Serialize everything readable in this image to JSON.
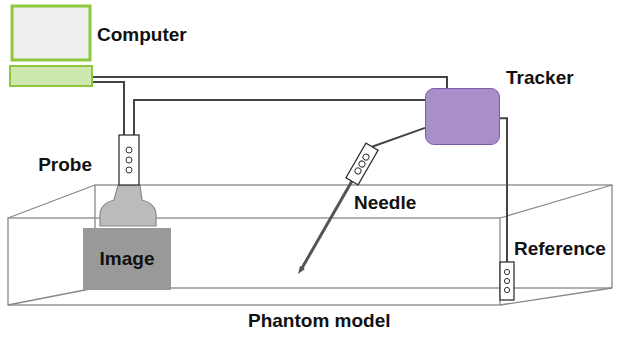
{
  "diagram": {
    "nodes": [
      {
        "text": [
          "Computer"
        ]
      },
      {
        "text": [
          "Tracker"
        ]
      },
      {
        "text": [
          "Probe"
        ]
      },
      {
        "text": [
          "Phantom model"
        ]
      },
      {
        "text": [
          "Image"
        ],
        "in": 3
      },
      {
        "text": [
          "Needle"
        ]
      },
      {
        "text": [
          "Reference"
        ]
      }
    ],
    "edges": [
      {
        "from": 0,
        "to": 1,
        "arrow": "none"
      },
      {
        "from": 2,
        "to": 0,
        "arrow": "none"
      },
      {
        "from": 2,
        "to": 1,
        "arrow": "none"
      },
      {
        "from": 5,
        "to": 1,
        "arrow": "none"
      },
      {
        "from": 6,
        "to": 1,
        "arrow": "none"
      }
    ]
  }
}
